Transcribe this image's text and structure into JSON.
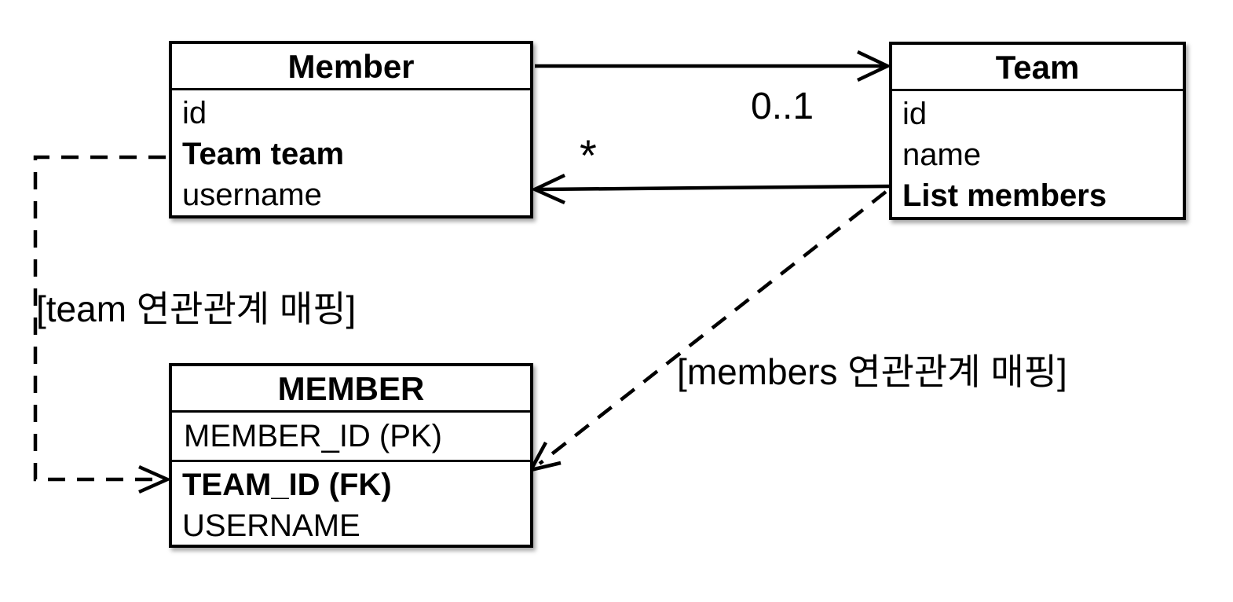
{
  "member_class": {
    "title": "Member",
    "fields": [
      {
        "name": "id",
        "bold": false
      },
      {
        "name": "Team team",
        "bold": true
      },
      {
        "name": "username",
        "bold": false
      }
    ]
  },
  "team_class": {
    "title": "Team",
    "fields": [
      {
        "name": "id",
        "bold": false
      },
      {
        "name": "name",
        "bold": false
      },
      {
        "name": "List members",
        "bold": true
      }
    ]
  },
  "member_table": {
    "title": "MEMBER",
    "pk_field": "MEMBER_ID (PK)",
    "fields": [
      {
        "name": "TEAM_ID (FK)",
        "bold": true
      },
      {
        "name": "USERNAME",
        "bold": false
      }
    ]
  },
  "relationships": {
    "member_to_team_multiplicity": "0..1",
    "team_to_member_multiplicity": "*",
    "team_mapping_label": "[team 연관관계 매핑]",
    "members_mapping_label": "[members 연관관계 매핑]"
  },
  "colors": {
    "background": "#ffffff",
    "line": "#000000",
    "text": "#000000"
  }
}
